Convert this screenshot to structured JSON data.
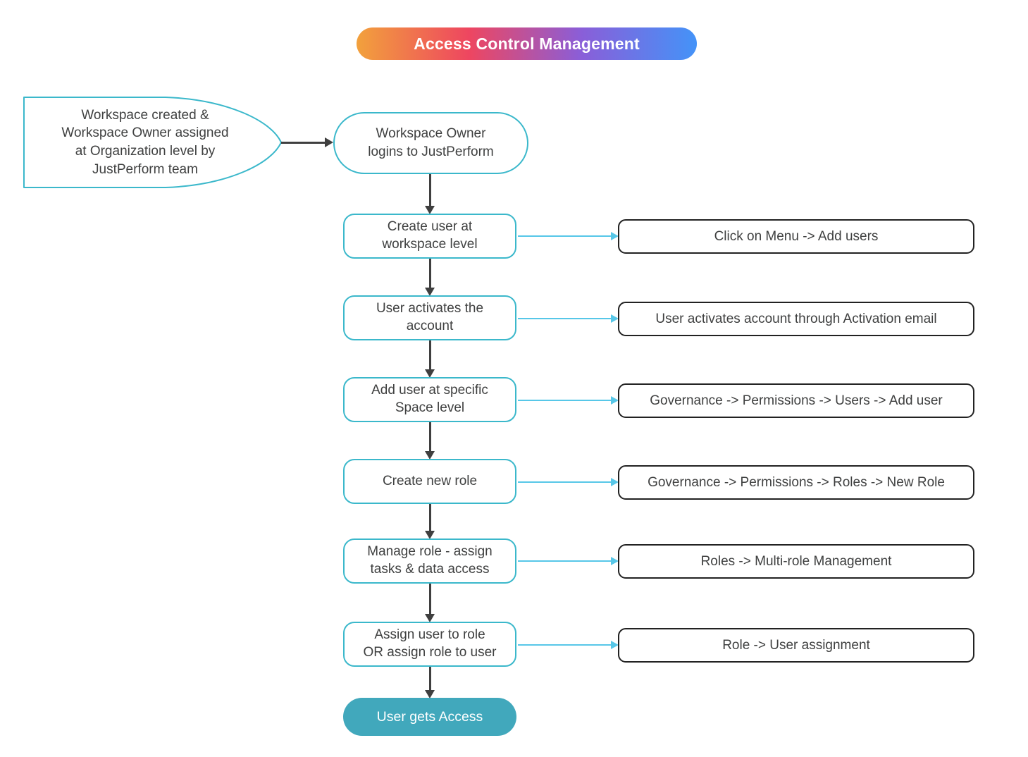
{
  "title": {
    "label": "Access Control Management"
  },
  "start_node": {
    "lines": [
      "Workspace created &",
      "Workspace Owner assigned",
      "at Organization level by",
      "JustPerform team"
    ]
  },
  "login_node": {
    "lines": [
      "Workspace Owner",
      "logins to JustPerform"
    ]
  },
  "steps": [
    {
      "label": [
        "Create user at",
        "workspace level"
      ],
      "side_note": "Click on Menu -> Add users"
    },
    {
      "label": [
        "User activates the",
        "account"
      ],
      "side_note": "User activates account through Activation email"
    },
    {
      "label": [
        "Add user at specific",
        "Space level"
      ],
      "side_note": "Governance -> Permissions -> Users -> Add user"
    },
    {
      "label": [
        "Create new role"
      ],
      "side_note": "Governance -> Permissions -> Roles -> New Role"
    },
    {
      "label": [
        "Manage role - assign",
        "tasks & data access"
      ],
      "side_note": "Roles -> Multi-role Management"
    },
    {
      "label": [
        "Assign user to role",
        "OR assign role to user"
      ],
      "side_note": "Role -> User assignment"
    }
  ],
  "end_node": {
    "label": "User gets Access"
  },
  "colors": {
    "node_border_teal": "#3bb8cb",
    "side_box_border": "#222222",
    "dark_arrow": "#3f3f3f",
    "cyan_arrow": "#57c7e8",
    "end_fill": "#41a8bc",
    "text": "#3f4040",
    "title_gradient": [
      "#f2a13c",
      "#ee4660",
      "#8a5ed8",
      "#4493f8"
    ]
  }
}
